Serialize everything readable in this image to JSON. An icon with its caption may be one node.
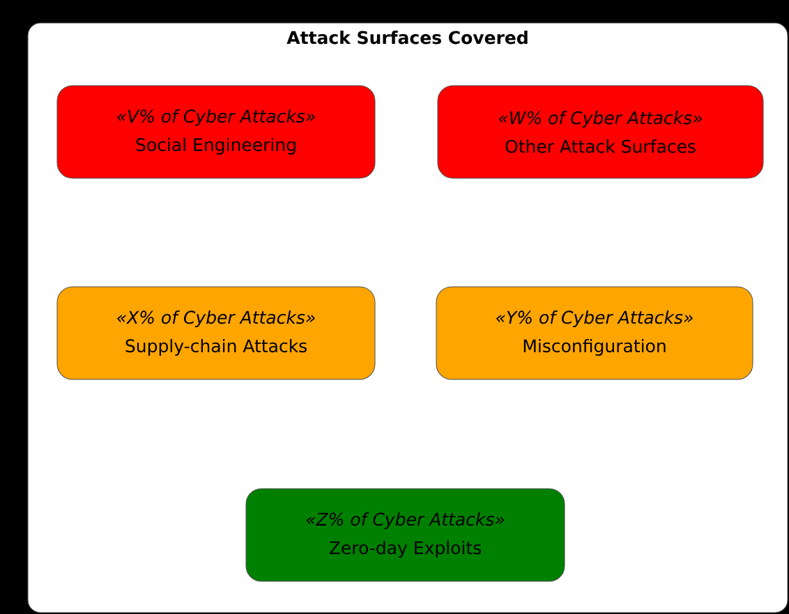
{
  "diagram": {
    "nodes": [
      {
        "text": [
          "Attack Surfaces Covered"
        ]
      },
      {
        "text": [
          "«V% of Cyber Attacks»",
          "Social Engineering"
        ],
        "in": 0
      },
      {
        "text": [
          "«W% of Cyber Attacks»",
          "Other Attack Surfaces"
        ],
        "in": 0
      },
      {
        "text": [
          "«X% of Cyber Attacks»",
          "Supply-chain Attacks"
        ],
        "in": 0
      },
      {
        "text": [
          "«Y% of Cyber Attacks»",
          "Misconfiguration"
        ],
        "in": 0
      },
      {
        "text": [
          "«Z% of Cyber Attacks»",
          "Zero-day Exploits"
        ],
        "in": 0
      }
    ]
  }
}
